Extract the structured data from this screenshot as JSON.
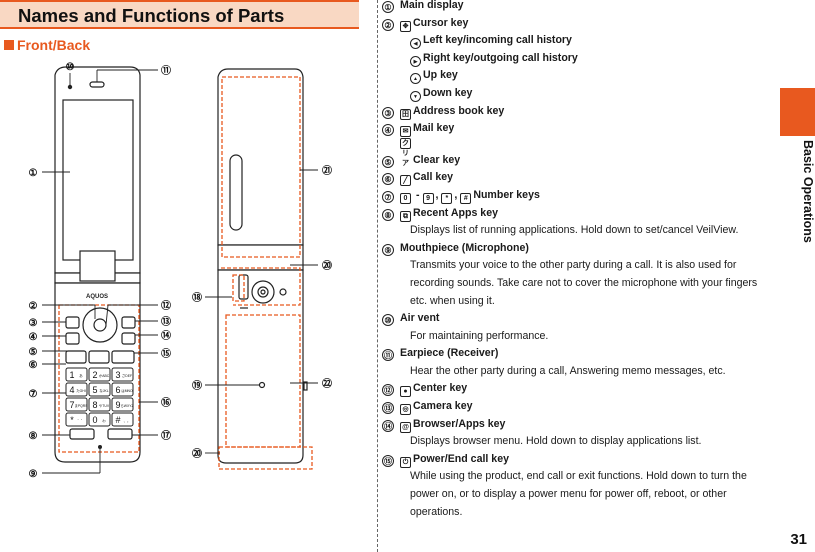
{
  "header": {
    "title": "Names and Functions of Parts"
  },
  "section": {
    "title": "Front/Back"
  },
  "side_tab": {
    "label": "Basic Operations"
  },
  "page_number": "31",
  "callouts": [
    "①",
    "②",
    "③",
    "④",
    "⑤",
    "⑥",
    "⑦",
    "⑧",
    "⑨",
    "⑩",
    "⑪",
    "⑫",
    "⑬",
    "⑭",
    "⑮",
    "⑯",
    "⑰",
    "⑱",
    "⑲",
    "⑳",
    "㉑",
    "㉒"
  ],
  "phone": {
    "brand": "AQUOS",
    "keypad": [
      {
        "d": "1",
        "k": "あ"
      },
      {
        "d": "2",
        "k": "かABC"
      },
      {
        "d": "3",
        "k": "さDEF"
      },
      {
        "d": "4",
        "k": "たGHI"
      },
      {
        "d": "5",
        "k": "なJKL"
      },
      {
        "d": "6",
        "k": "はMNO"
      },
      {
        "d": "7",
        "k": "まPQRS"
      },
      {
        "d": "8",
        "k": "やTUV"
      },
      {
        "d": "9",
        "k": "らWXYZ"
      },
      {
        "d": "*",
        "k": "゛゜"
      },
      {
        "d": "0",
        "k": "わ"
      },
      {
        "d": "#",
        "k": "、。"
      }
    ]
  },
  "items": [
    {
      "num": "①",
      "title": "Main display"
    },
    {
      "num": "②",
      "title": "Cursor key",
      "icon": "✥",
      "subs": [
        {
          "icon": "◀",
          "text": "Left key/incoming call history"
        },
        {
          "icon": "▶",
          "text": "Right key/outgoing call history"
        },
        {
          "icon": "▲",
          "text": "Up key"
        },
        {
          "icon": "▼",
          "text": "Down key"
        }
      ]
    },
    {
      "num": "③",
      "title": "Address book key",
      "icon": "田"
    },
    {
      "num": "④",
      "title": "Mail key",
      "icon": "✉"
    },
    {
      "num": "⑤",
      "title": "Clear key",
      "icon": "クリア"
    },
    {
      "num": "⑥",
      "title": "Call key",
      "icon": "╱"
    },
    {
      "num": "⑦",
      "title_parts": [
        "0",
        "-",
        "9",
        ", ",
        "*",
        ", ",
        "#",
        "Number keys"
      ]
    },
    {
      "num": "⑧",
      "title": "Recent Apps key",
      "icon": "⧉",
      "desc": "Displays list of running applications. Hold down to set/cancel VeilView."
    },
    {
      "num": "⑨",
      "title": "Mouthpiece (Microphone)",
      "desc": "Transmits your voice to the other party during a call. It is also used for recording sounds. Take care not to cover the microphone with your fingers etc. when using it."
    },
    {
      "num": "⑩",
      "title": "Air vent",
      "desc": "For maintaining performance."
    },
    {
      "num": "⑪",
      "title": "Earpiece (Receiver)",
      "desc": "Hear the other party during a call, Answering memo messages, etc."
    },
    {
      "num": "⑫",
      "title": "Center key",
      "icon": "●"
    },
    {
      "num": "⑬",
      "title": "Camera key",
      "icon": "◎"
    },
    {
      "num": "⑭",
      "title": "Browser/Apps key",
      "icon": "@",
      "desc": "Displays browser menu. Hold down to display applications list."
    },
    {
      "num": "⑮",
      "title": "Power/End call key",
      "icon": "⏻",
      "desc": "While using the product, end call or exit functions. Hold down to turn the power on, or to display a power menu for power off, reboot, or other operations."
    }
  ]
}
